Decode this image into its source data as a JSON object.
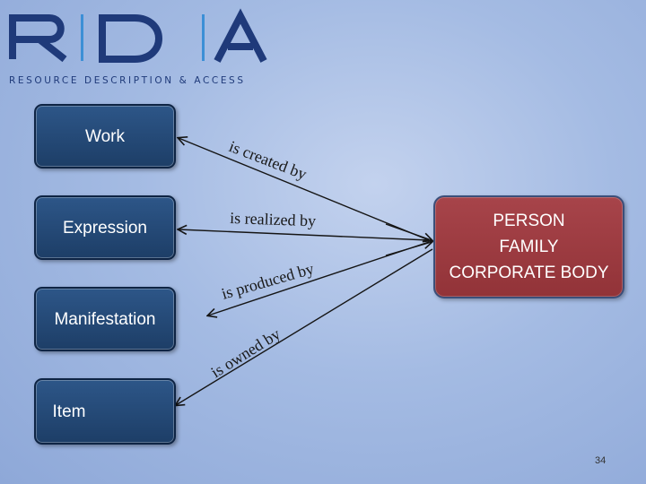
{
  "logo": {
    "letters": [
      "R",
      "D",
      "A"
    ],
    "subtitle": "RESOURCE DESCRIPTION & ACCESS",
    "color": "#1f3a7a",
    "divider_color": "#3c8fd6"
  },
  "entities": {
    "work": "Work",
    "expression": "Expression",
    "manifestation": "Manifestation",
    "item": "Item"
  },
  "agent": {
    "lines": [
      "PERSON",
      "FAMILY",
      "CORPORATE BODY"
    ]
  },
  "relationships": {
    "created": "is created by",
    "realized": "is realized by",
    "produced": "is produced by",
    "owned": "is owned by"
  },
  "colors": {
    "entity_fill": "#1d3e67",
    "agent_fill": "#9b3a3f",
    "background": "#a4bbe3"
  },
  "page_number": "34"
}
